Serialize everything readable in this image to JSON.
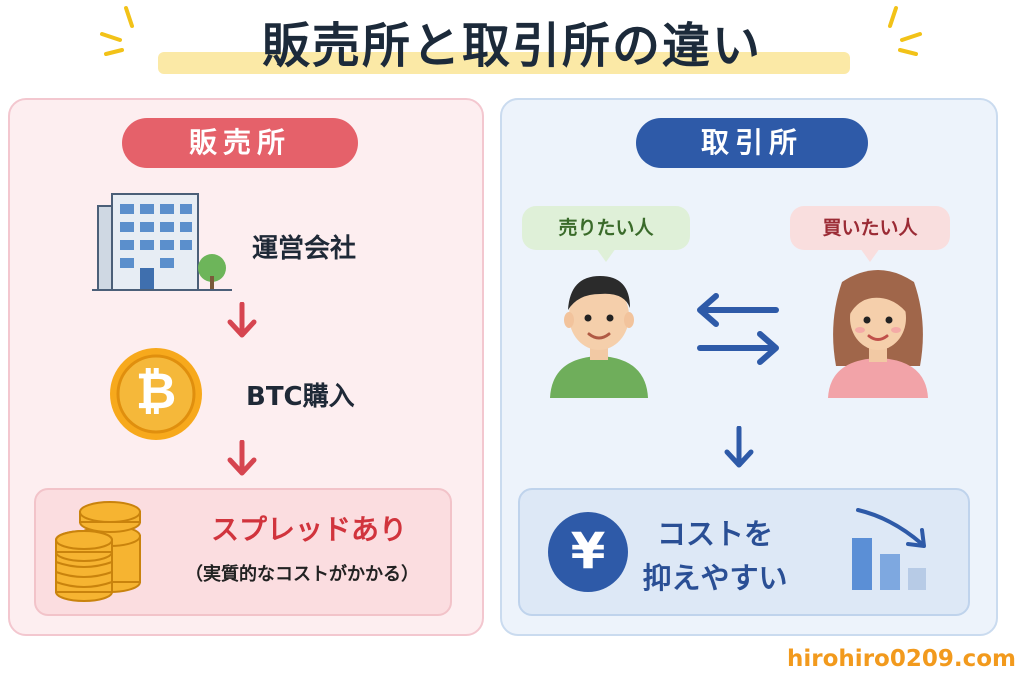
{
  "title": "販売所と取引所の違い",
  "left": {
    "header": "販売所",
    "step1_label": "運営会社",
    "step2_label": "BTC購入",
    "bitcoin_symbol": "₿",
    "result_title": "スプレッドあり",
    "result_sub": "（実質的なコストがかかる）"
  },
  "right": {
    "header": "取引所",
    "seller_label": "売りたい人",
    "buyer_label": "買いたい人",
    "yen_symbol": "¥",
    "result_line1": "コストを",
    "result_line2": "抑えやすい"
  },
  "footer": "hirohiro0209.com",
  "colors": {
    "accent_red": "#e5616a",
    "accent_blue": "#2e5aa8",
    "title_highlight": "#fbe9a6",
    "footer_orange": "#f29a1d"
  }
}
